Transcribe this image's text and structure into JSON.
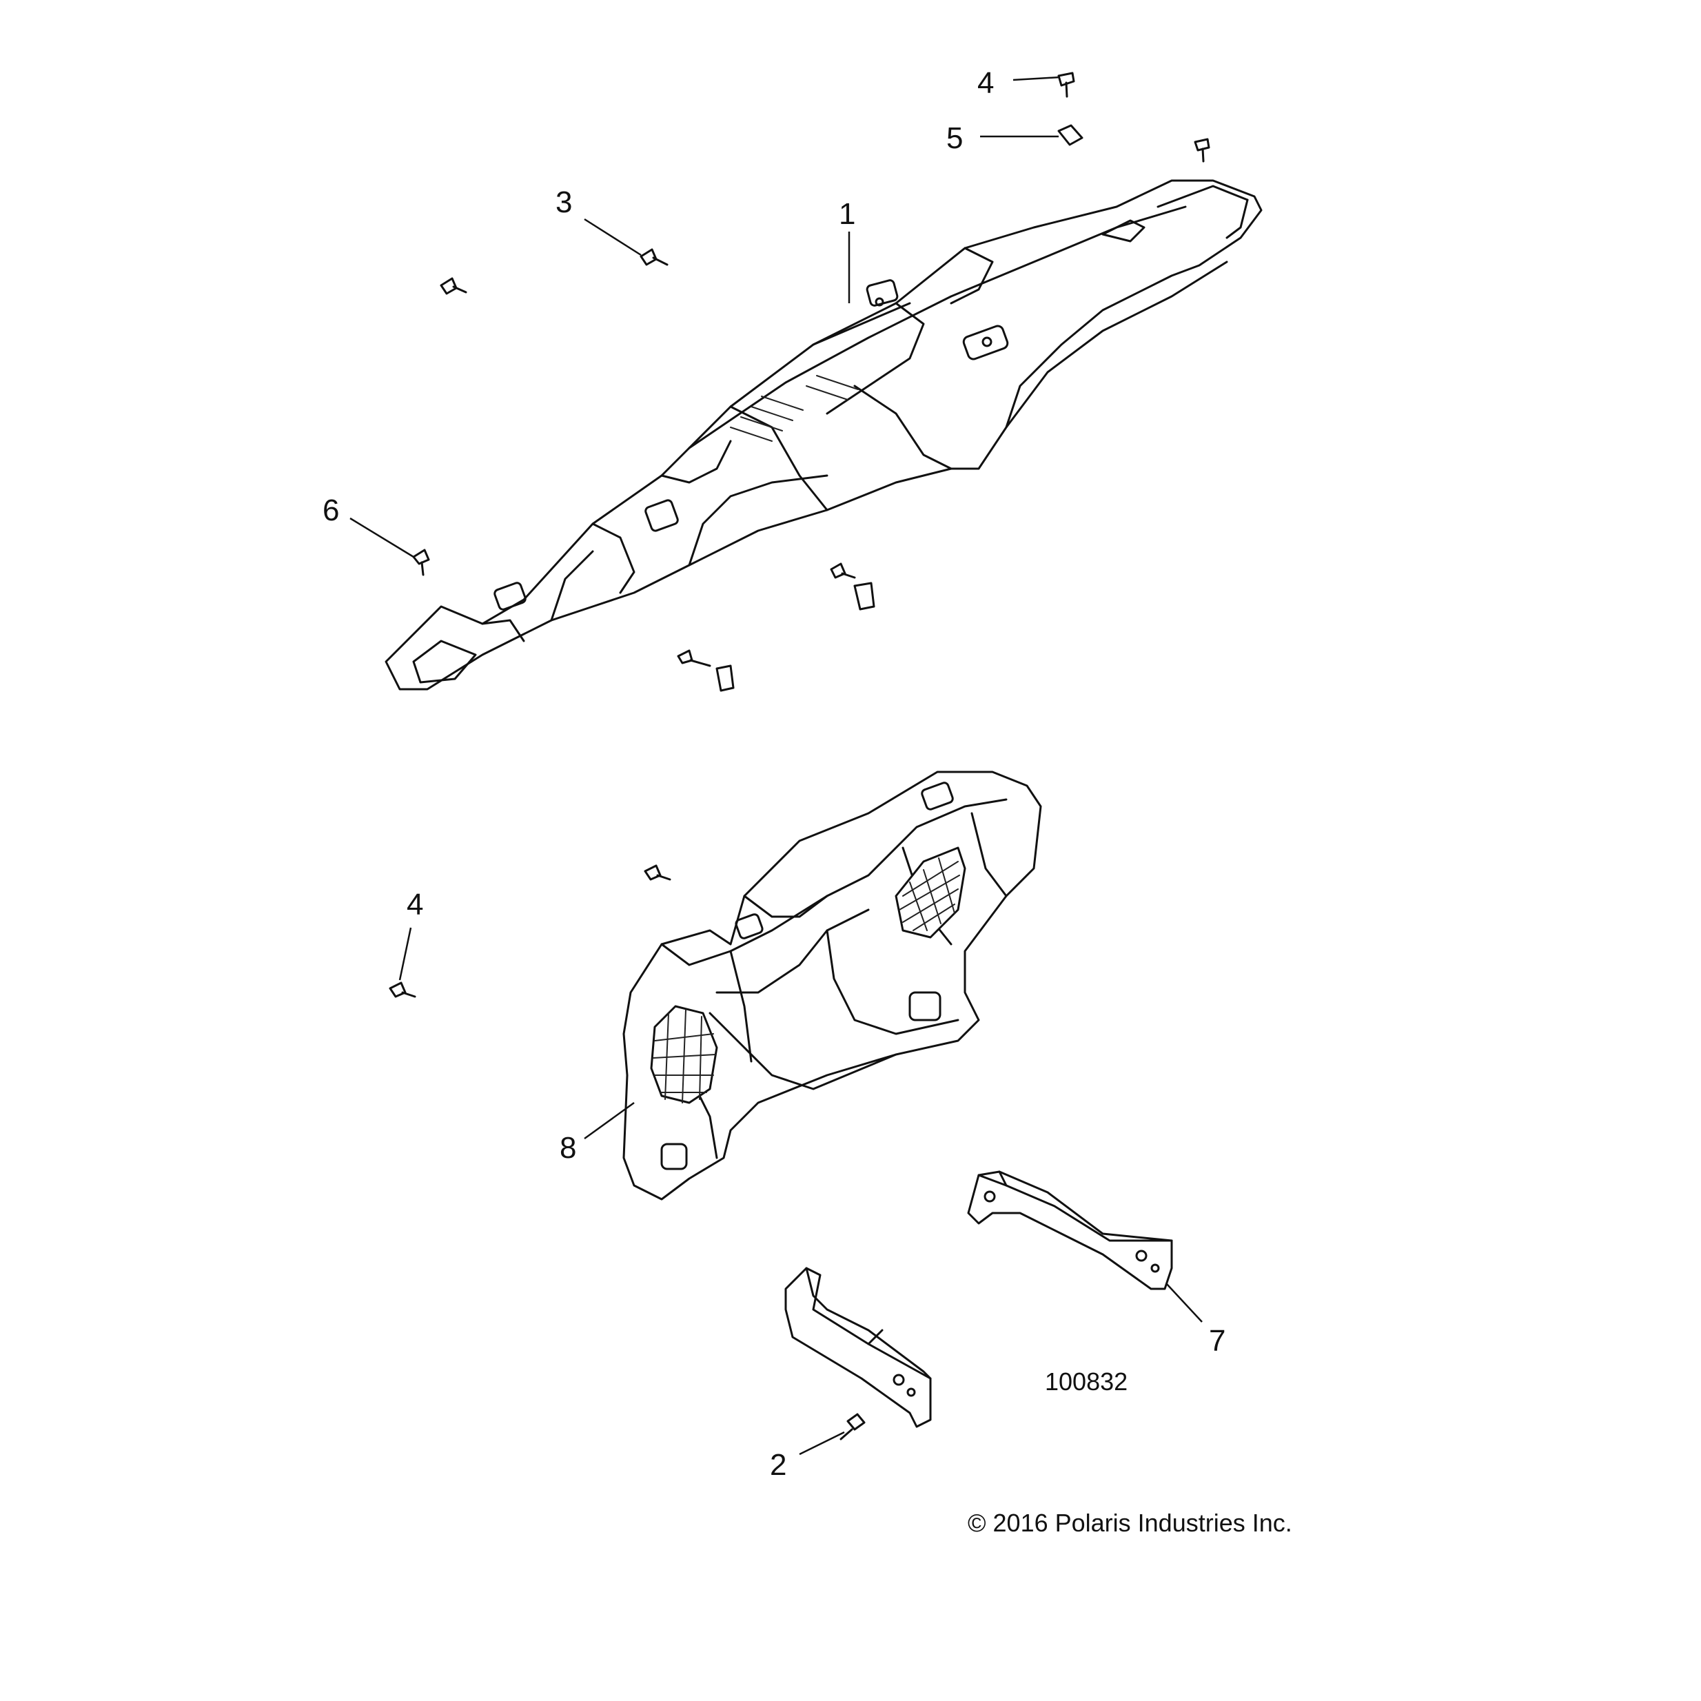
{
  "callouts": {
    "c1": "1",
    "c2": "2",
    "c3": "3",
    "c4a": "4",
    "c4b": "4",
    "c5": "5",
    "c6": "6",
    "c7": "7",
    "c8": "8"
  },
  "figure_number": "100832",
  "copyright": "© 2016 Polaris Industries Inc.",
  "colors": {
    "line": "#111111",
    "background": "#ffffff"
  }
}
